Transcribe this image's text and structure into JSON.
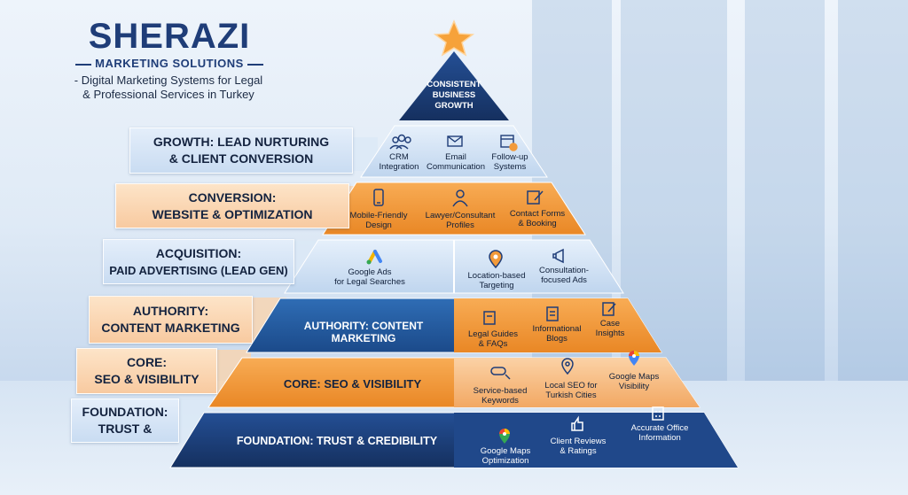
{
  "brand": {
    "name": "SHERAZI",
    "subtitle": "MARKETING SOLUTIONS",
    "tagline_line1": "- Digital Marketing Systems for Legal",
    "tagline_line2": "& Professional Services in Turkey"
  },
  "apex": {
    "line1": "CONSISTENT",
    "line2": "BUSINESS",
    "line3": "GROWTH"
  },
  "labels": {
    "growth": {
      "line1": "GROWTH: LEAD NURTURING",
      "line2": "& CLIENT CONVERSION"
    },
    "conversion": {
      "line1": "CONVERSION:",
      "line2": "WEBSITE & OPTIMIZATION"
    },
    "acquisition": {
      "line1": "ACQUISITION:",
      "line2": "PAID ADVERTISING (LEAD GEN)"
    },
    "authority": {
      "line1": "AUTHORITY:",
      "line2": "CONTENT MARKETING"
    },
    "core": {
      "line1": "CORE:",
      "line2": "SEO & VISIBILITY"
    },
    "foundation": {
      "line1": "FOUNDATION:",
      "line2": "TRUST &"
    }
  },
  "bands": {
    "authority": "AUTHORITY: CONTENT MARKETING",
    "core": "CORE: SEO & VISIBILITY",
    "foundation": "FOUNDATION: TRUST & CREDIBILITY"
  },
  "items": {
    "growth": [
      {
        "l1": "CRM",
        "l2": "Integration"
      },
      {
        "l1": "Email",
        "l2": "Communication"
      },
      {
        "l1": "Follow-up",
        "l2": "Systems"
      }
    ],
    "conversion": [
      {
        "l1": "Mobile-Friendly",
        "l2": "Design"
      },
      {
        "l1": "Lawyer/Consultant",
        "l2": "Profiles"
      },
      {
        "l1": "Contact Forms",
        "l2": "& Booking"
      }
    ],
    "acquisition": [
      {
        "l1": "Google Ads",
        "l2": "for Legal Searches"
      },
      {
        "l1": "Location-based",
        "l2": "Targeting"
      },
      {
        "l1": "Consultation-",
        "l2": "focused Ads"
      }
    ],
    "authority": [
      {
        "l1": "Legal Guides",
        "l2": "& FAQs"
      },
      {
        "l1": "Informational",
        "l2": "Blogs"
      },
      {
        "l1": "Case",
        "l2": "Insights"
      }
    ],
    "core": [
      {
        "l1": "Service-based",
        "l2": "Keywords"
      },
      {
        "l1": "Local SEO for",
        "l2": "Turkish Cities"
      },
      {
        "l1": "Google Maps",
        "l2": "Visibility"
      }
    ],
    "foundation": [
      {
        "l1": "Google Maps",
        "l2": "Optimization"
      },
      {
        "l1": "Client Reviews",
        "l2": "& Ratings"
      },
      {
        "l1": "Accurate Office",
        "l2": "Information"
      }
    ]
  },
  "icons": [
    "star-icon",
    "people-icon",
    "email-icon",
    "calendar-icon",
    "phone-icon",
    "person-icon",
    "form-icon",
    "google-ads-icon",
    "location-pin-icon",
    "megaphone-icon",
    "book-icon",
    "document-icon",
    "notes-icon",
    "keyword-icon",
    "map-marker-icon",
    "google-maps-icon",
    "thumbs-up-icon",
    "building-icon"
  ],
  "colors": {
    "navy": "#1f3d78",
    "blue": "#2f6db5",
    "orange": "#f29a3a",
    "light_blue": "#cfe0f4"
  }
}
